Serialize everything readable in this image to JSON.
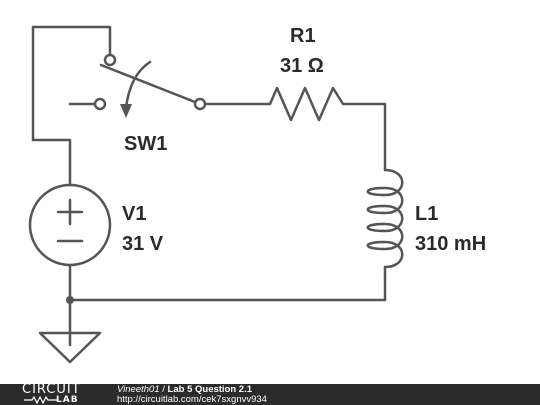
{
  "components": {
    "switch": {
      "label": "SW1"
    },
    "resistor": {
      "label": "R1",
      "value": "31 Ω"
    },
    "source": {
      "label": "V1",
      "value": "31 V"
    },
    "inductor": {
      "label": "L1",
      "value": "310 mH"
    }
  },
  "footer": {
    "logo_top": "CIRCUIT",
    "logo_bottom": "LAB",
    "author": "Vineeth01",
    "separator": "/",
    "title": "Lab 5 Question 2.1",
    "url": "http://circuitlab.com/cek7sxgnvv934"
  },
  "colors": {
    "wire": "#555555",
    "text": "#2b2b2b",
    "footer_background": "#2b2b2b"
  }
}
